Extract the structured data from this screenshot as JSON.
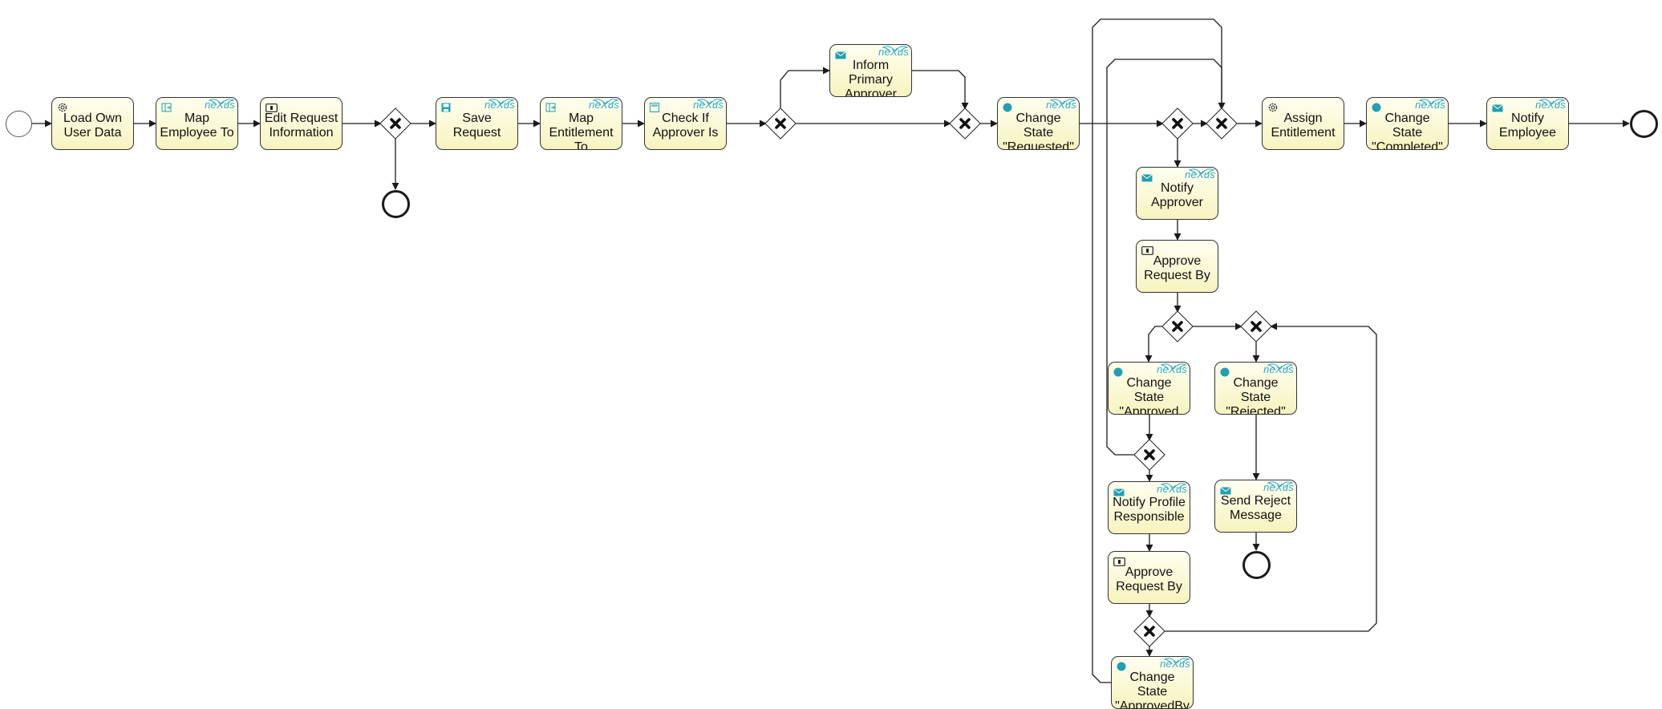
{
  "colors": {
    "task_fill": "#f7f3bf",
    "badge": "#2aa9c9",
    "line": "#1a1a1a"
  },
  "badge_text": "neXus",
  "tasks": [
    {
      "id": "t1",
      "label": "Load Own User Data",
      "icon": "gear-icon",
      "badge": false
    },
    {
      "id": "t2",
      "label": "Map Employee To",
      "icon": "mapping-icon",
      "badge": true
    },
    {
      "id": "t3",
      "label": "Edit Request Information",
      "icon": "user-task-icon",
      "badge": false
    },
    {
      "id": "t4",
      "label": "Save Request",
      "icon": "save-icon",
      "badge": true
    },
    {
      "id": "t5",
      "label": "Map Entitlement To",
      "icon": "mapping-icon",
      "badge": true
    },
    {
      "id": "t6",
      "label": "Check If Approver Is",
      "icon": "check-icon",
      "badge": true
    },
    {
      "id": "t7",
      "label": "Inform Primary Approver",
      "icon": "envelope-icon",
      "badge": true
    },
    {
      "id": "t8",
      "label": "Change State \"Requested\"",
      "icon": "state-icon",
      "badge": true
    },
    {
      "id": "t9",
      "label": "Assign Entitlement",
      "icon": "gear-icon",
      "badge": false
    },
    {
      "id": "t10",
      "label": "Change State \"Completed\"",
      "icon": "state-icon",
      "badge": true
    },
    {
      "id": "t11",
      "label": "Notify Employee",
      "icon": "envelope-icon",
      "badge": true
    },
    {
      "id": "t12",
      "label": "Notify Approver",
      "icon": "envelope-icon",
      "badge": true
    },
    {
      "id": "t13",
      "label": "Approve Request By",
      "icon": "user-task-icon",
      "badge": false
    },
    {
      "id": "t14",
      "label": "Change State \"Approved By",
      "icon": "state-icon",
      "badge": true
    },
    {
      "id": "t15",
      "label": "Change State \"Rejected\"",
      "icon": "state-icon",
      "badge": true
    },
    {
      "id": "t16",
      "label": "Notify Profile Responsible",
      "icon": "envelope-icon",
      "badge": true
    },
    {
      "id": "t17",
      "label": "Send Reject Message",
      "icon": "envelope-icon",
      "badge": true
    },
    {
      "id": "t18",
      "label": "Approve Request By",
      "icon": "user-task-icon",
      "badge": false
    },
    {
      "id": "t19",
      "label": "Change State \"ApprovedBy",
      "icon": "state-icon",
      "badge": true
    }
  ],
  "gateways": [
    "g1",
    "g2",
    "g3",
    "g4",
    "g5",
    "g6",
    "g7",
    "g8",
    "g9"
  ],
  "events": [
    {
      "id": "start",
      "kind": "start"
    },
    {
      "id": "end1",
      "kind": "end"
    },
    {
      "id": "end2",
      "kind": "end"
    },
    {
      "id": "end3",
      "kind": "end"
    }
  ],
  "flows": [
    [
      "start",
      "t1"
    ],
    [
      "t1",
      "t2"
    ],
    [
      "t2",
      "t3"
    ],
    [
      "t3",
      "g1"
    ],
    [
      "g1",
      "end1"
    ],
    [
      "g1",
      "t4"
    ],
    [
      "t4",
      "t5"
    ],
    [
      "t5",
      "t6"
    ],
    [
      "t6",
      "g2"
    ],
    [
      "g2",
      "t7"
    ],
    [
      "g2",
      "g3"
    ],
    [
      "t7",
      "g3"
    ],
    [
      "g3",
      "t8"
    ],
    [
      "t8",
      "g4"
    ],
    [
      "g4",
      "g5"
    ],
    [
      "g4",
      "t12"
    ],
    [
      "g5",
      "t9"
    ],
    [
      "t9",
      "t10"
    ],
    [
      "t10",
      "t11"
    ],
    [
      "t11",
      "end2"
    ],
    [
      "t12",
      "t13"
    ],
    [
      "t13",
      "g6"
    ],
    [
      "g6",
      "t14"
    ],
    [
      "g6",
      "g7"
    ],
    [
      "g7",
      "t15"
    ],
    [
      "t14",
      "g8"
    ],
    [
      "g8",
      "g5"
    ],
    [
      "g8",
      "t16"
    ],
    [
      "t15",
      "t17"
    ],
    [
      "t17",
      "end3"
    ],
    [
      "t16",
      "t18"
    ],
    [
      "t18",
      "g9"
    ],
    [
      "g9",
      "g7"
    ],
    [
      "g9",
      "t19"
    ],
    [
      "t19",
      "g5"
    ]
  ]
}
